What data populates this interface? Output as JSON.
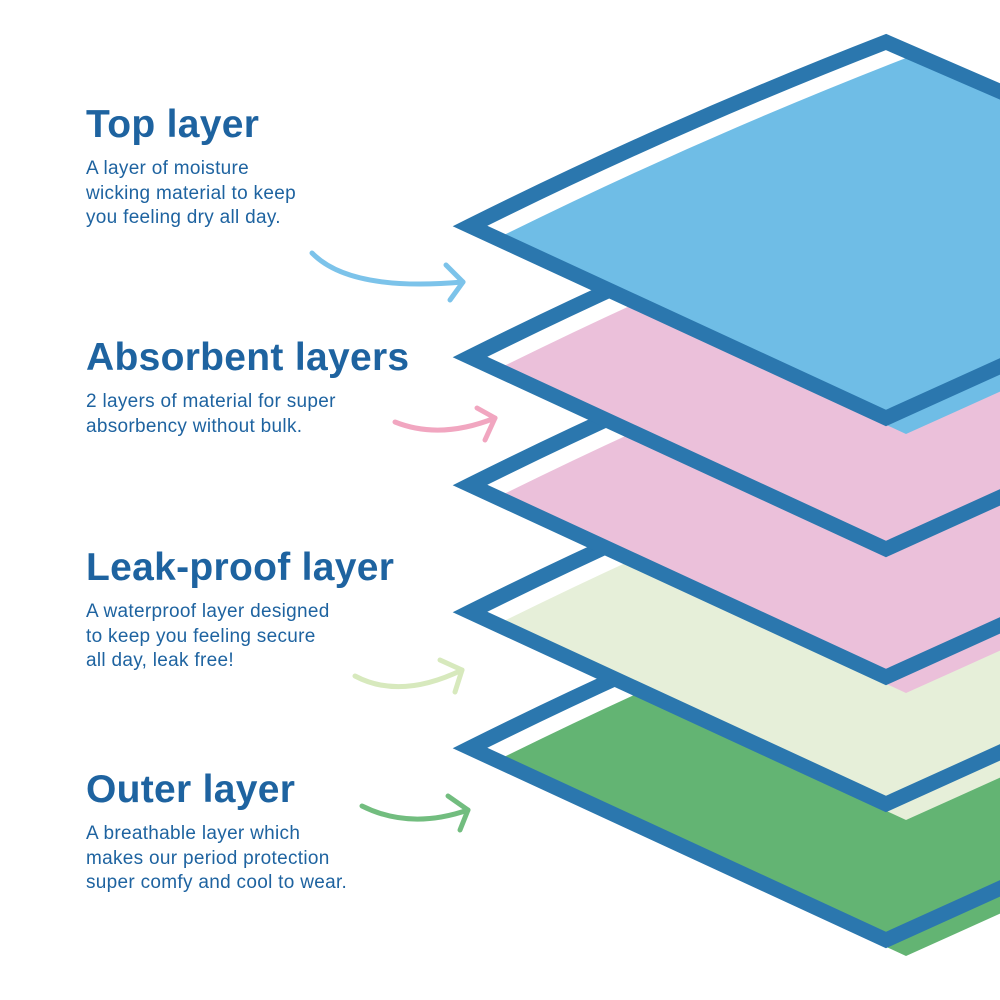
{
  "colors": {
    "outline": "#2b77ae",
    "text": "#1e63a0",
    "top": "#6fbde6",
    "absorbent": "#ebc0da",
    "leakproof": "#e6efd9",
    "outer": "#63b473",
    "arrow_top": "#7cc3ea",
    "arrow_absorbent": "#f1a6c0",
    "arrow_leakproof": "#d7e9bd",
    "arrow_outer": "#72bd7f"
  },
  "sections": [
    {
      "title": "Top layer",
      "lines": [
        "A layer of moisture",
        "wicking material to keep",
        "you feeling dry all day."
      ]
    },
    {
      "title": "Absorbent layers",
      "lines": [
        "2 layers of material for super",
        "absorbency without bulk."
      ]
    },
    {
      "title": "Leak-proof layer",
      "lines": [
        "A waterproof layer designed",
        "to keep you feeling secure",
        "all day, leak free!"
      ]
    },
    {
      "title": "Outer layer",
      "lines": [
        "A breathable layer which",
        "makes our period protection",
        "super comfy and cool to wear."
      ]
    }
  ]
}
